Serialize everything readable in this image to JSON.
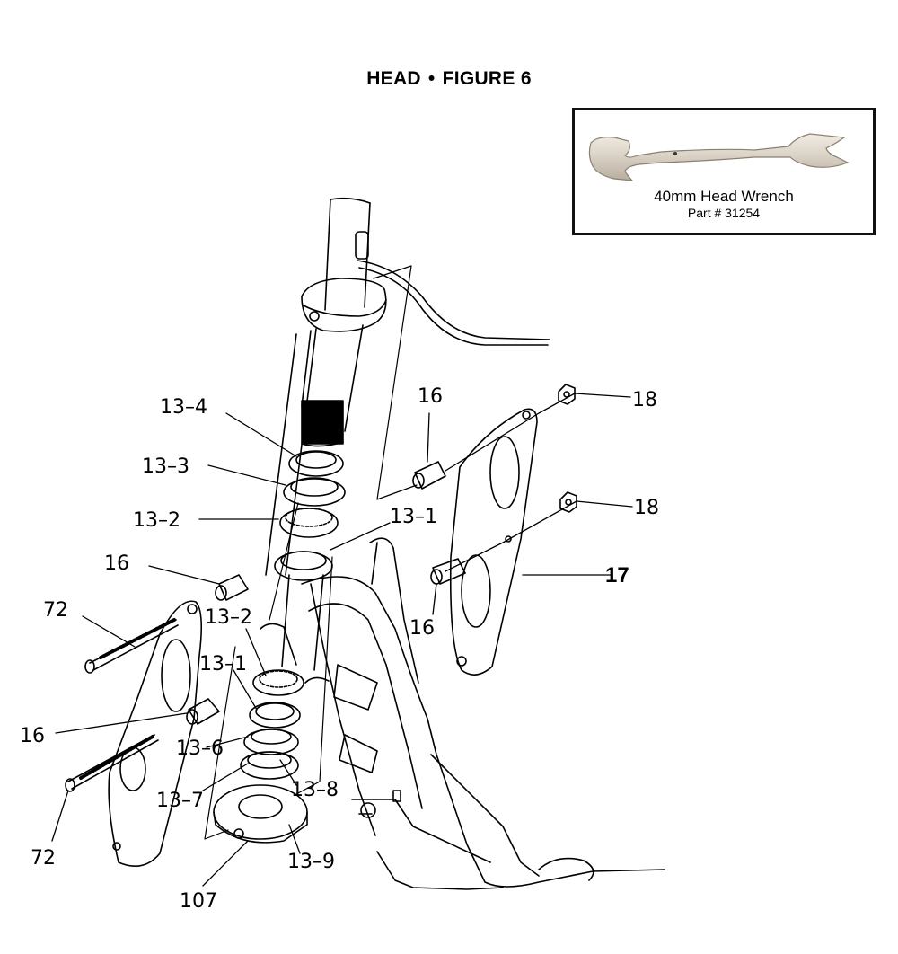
{
  "title": {
    "left": "HEAD",
    "separator": "•",
    "right": "FIGURE 6"
  },
  "inset": {
    "tool_name": "40mm Head Wrench",
    "part_number": "Part # 31254"
  },
  "callouts": [
    {
      "id": "c-13-4-top",
      "text": "13–4"
    },
    {
      "id": "c-13-3",
      "text": "13–3"
    },
    {
      "id": "c-13-2-top",
      "text": "13–2"
    },
    {
      "id": "c-13-1-top",
      "text": "13–1"
    },
    {
      "id": "c-16-upper",
      "text": "16"
    },
    {
      "id": "c-18-upper",
      "text": "18"
    },
    {
      "id": "c-18-lower",
      "text": "18"
    },
    {
      "id": "c-17",
      "text": "17"
    },
    {
      "id": "c-16-left",
      "text": "16"
    },
    {
      "id": "c-16-right",
      "text": "16"
    },
    {
      "id": "c-72-upper",
      "text": "72"
    },
    {
      "id": "c-13-2-mid",
      "text": "13–2"
    },
    {
      "id": "c-13-1-mid",
      "text": "13–1"
    },
    {
      "id": "c-16-lower",
      "text": "16"
    },
    {
      "id": "c-13-6",
      "text": "13–6"
    },
    {
      "id": "c-13-7",
      "text": "13–7"
    },
    {
      "id": "c-13-8",
      "text": "13–8"
    },
    {
      "id": "c-72-lower",
      "text": "72"
    },
    {
      "id": "c-13-9",
      "text": "13–9"
    },
    {
      "id": "c-107",
      "text": "107"
    }
  ]
}
